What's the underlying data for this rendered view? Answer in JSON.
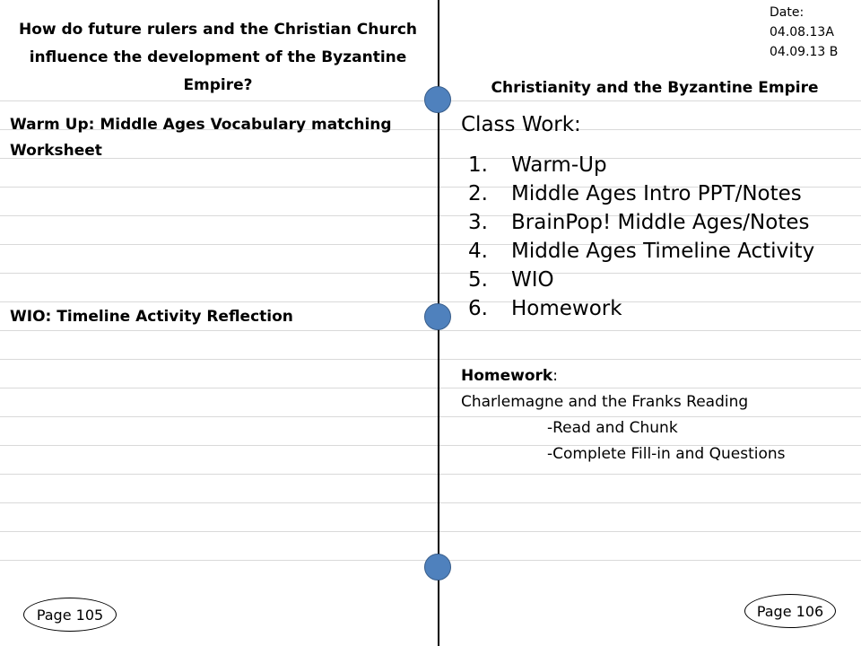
{
  "left_page": {
    "question": "How do future rulers and the Christian Church influence the development of the Byzantine Empire?",
    "warmup": "Warm Up: Middle Ages Vocabulary matching Worksheet",
    "wio": "WIO: Timeline Activity Reflection",
    "page_label": "Page 105"
  },
  "right_page": {
    "date_label": "Date:",
    "dates": [
      "04.08.13A",
      "04.09.13 B"
    ],
    "topic": "Christianity and the Byzantine Empire",
    "class_work_title": "Class Work:",
    "tasks": [
      {
        "num": "1.",
        "label": "Warm-Up"
      },
      {
        "num": "2.",
        "label": "Middle Ages Intro PPT/Notes"
      },
      {
        "num": "3.",
        "label": "BrainPop! Middle Ages/Notes"
      },
      {
        "num": "4.",
        "label": "Middle Ages Timeline Activity"
      },
      {
        "num": "5.",
        "label": "WIO"
      },
      {
        "num": "6.",
        "label": "Homework"
      }
    ],
    "homework_label": "Homework",
    "homework_colon": ":",
    "homework_title": "Charlemagne and the Franks Reading",
    "homework_steps": [
      "-Read and Chunk",
      "-Complete Fill-in and Questions"
    ],
    "page_label": "Page 106"
  },
  "colors": {
    "binder_hole": "#4f81bd",
    "binder_hole_border": "#385d8a",
    "ruled_line": "#d9d9d9"
  }
}
